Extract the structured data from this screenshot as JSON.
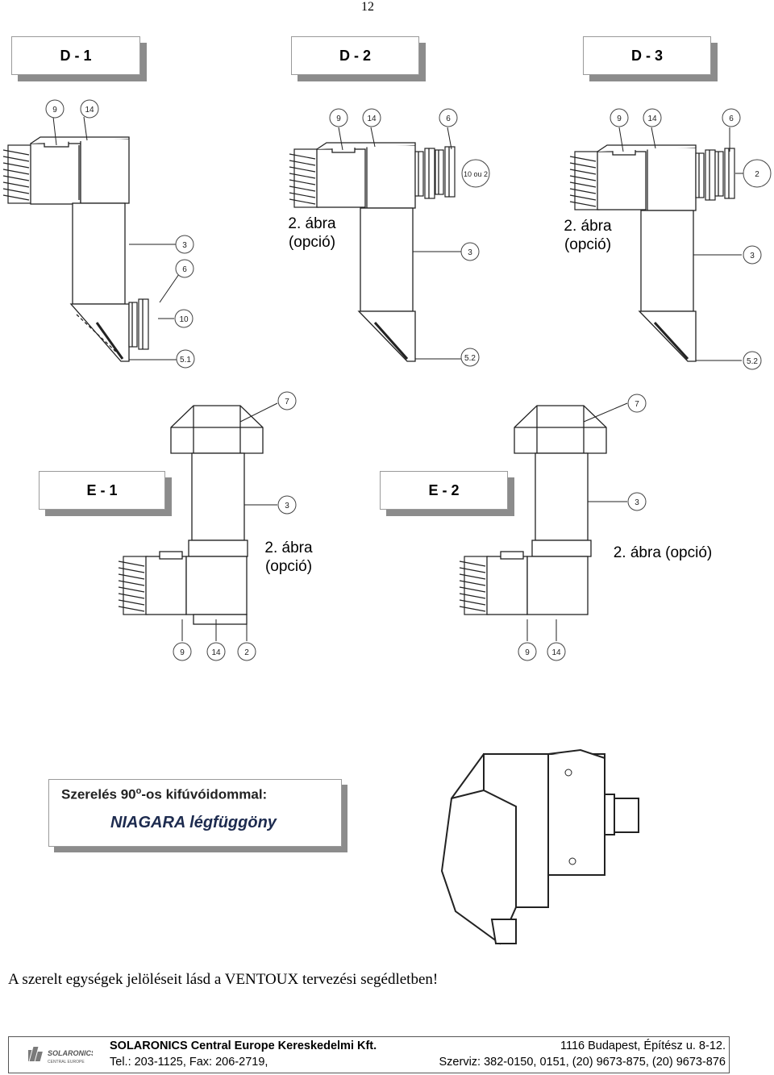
{
  "page_number": "12",
  "labels": {
    "d1": "D - 1",
    "d2": "D - 2",
    "d3": "D - 3",
    "e1": "E - 1",
    "e2": "E - 2"
  },
  "captions": {
    "abra_line1": "2. ábra",
    "opcio_line2": "(opció)",
    "abra_opcio_inline": "2. ábra (opció)"
  },
  "callouts": {
    "n9": "9",
    "n14": "14",
    "n6": "6",
    "n3": "3",
    "n10": "10",
    "n51": "5.1",
    "n52": "5.2",
    "n10ou2": "10 ou 2",
    "n2": "2",
    "n7": "7"
  },
  "mounting_box": {
    "line1_prefix": "Szerelés 90",
    "line1_sup": "o",
    "line1_suffix": "-os kifúvóidommal:",
    "line2": "NIAGARA légfüggöny"
  },
  "note": "A szerelt egységek jelöléseit lásd a VENTOUX tervezési segédletben!",
  "footer": {
    "company": "SOLARONICS Central Europe Kereskedelmi Kft.",
    "address": "1116 Budapest, Építész u. 8-12.",
    "phone": "Tel.: 203-1125, Fax: 206-2719,",
    "service": "Szerviz: 382-0150, 0151, (20) 9673-875, (20) 9673-876",
    "logo_text": "SOLARONICS",
    "logo_sub": "CENTRAL EUROPE"
  }
}
